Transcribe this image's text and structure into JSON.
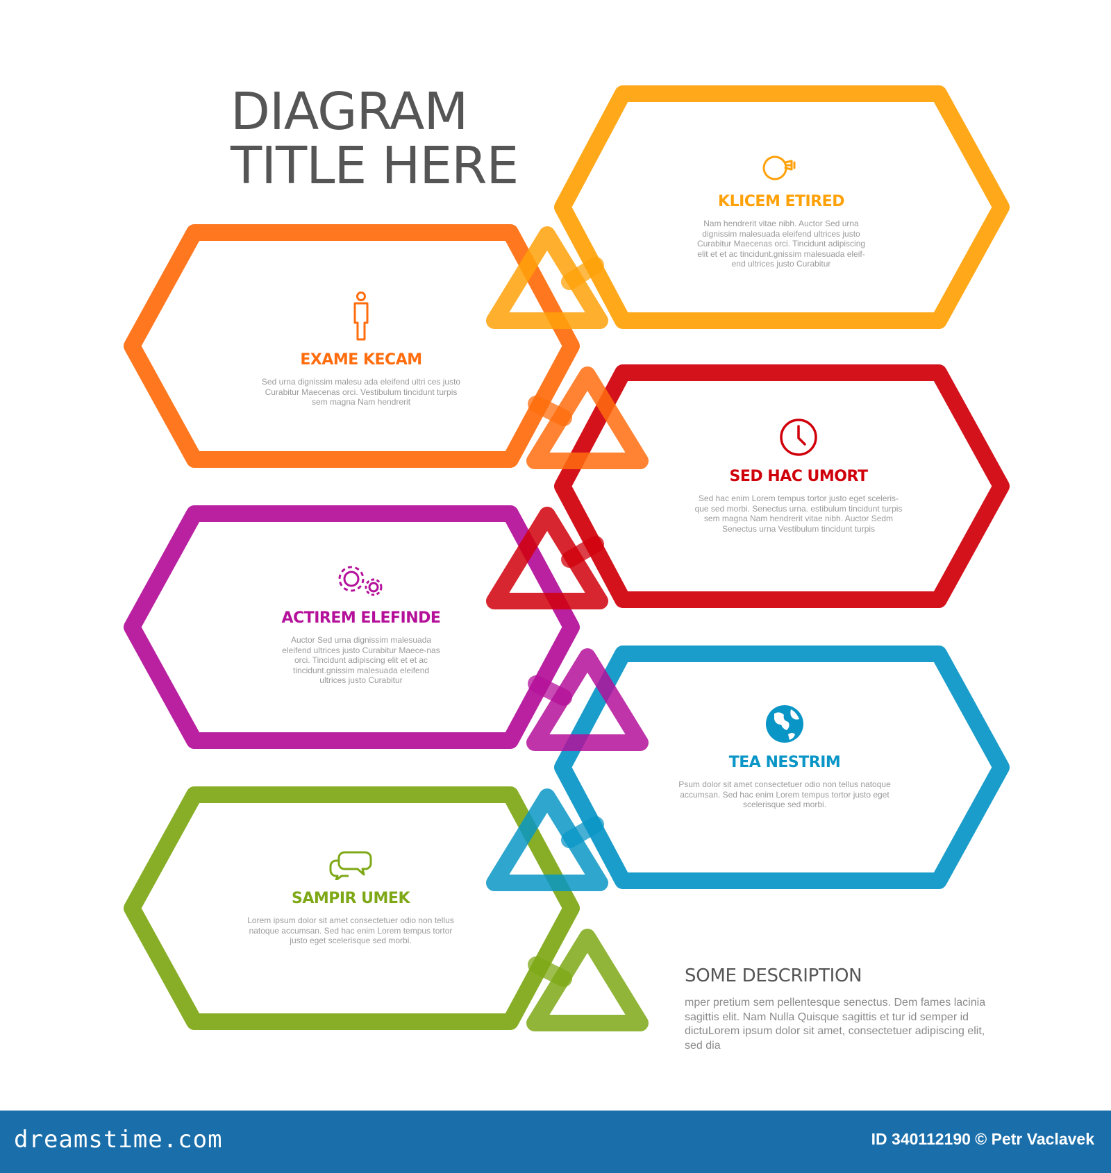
{
  "title": {
    "line1": "DIAGRAM",
    "line2": "TITLE HERE"
  },
  "steps": [
    {
      "heading": "EXAME KECAM",
      "icon": "person-icon",
      "color": "#FF6D0E",
      "body": "Sed urna dignissim malesu ada eleifend ultri ces justo Curabitur Maecenas orci. Vestibulum tincidunt turpis sem magna Nam hendrerit"
    },
    {
      "heading": "KLICEM ETIRED",
      "icon": "lightbulb-icon",
      "color": "#FFA109",
      "body": "Nam hendrerit vitae nibh. Auctor Sed urna dignissim malesuada eleifend ultrices justo Curabitur Maecenas orci. Tincidunt adipiscing elit et et ac tincidunt.gnissim malesuada eleif-end ultrices justo Curabitur"
    },
    {
      "heading": "SED HAC UMORT",
      "icon": "clock-icon",
      "color": "#D0000B",
      "body": "Sed hac enim Lorem tempus tortor justo eget sceleris-que sed morbi. Senectus urna. estibulum tincidunt turpis sem magna Nam hendrerit vitae nibh. Auctor Sedm Senectus urna Vestibulum tincidunt turpis"
    },
    {
      "heading": "ACTIREM ELEFINDE",
      "icon": "gears-icon",
      "color": "#B4109A",
      "body": "Auctor Sed urna dignissim malesuada eleifend ultrices justo Curabitur Maece-nas orci. Tincidunt adipiscing elit et et ac tincidunt.gnissim malesuada eleifend ultrices justo Curabitur"
    },
    {
      "heading": "TEA NESTRIM",
      "icon": "globe-icon",
      "color": "#0996C6",
      "body": "Psum dolor sit amet consectetuer odio non tellus natoque accumsan. Sed hac enim Lorem tempus tortor justo eget scelerisque sed morbi."
    },
    {
      "heading": "SAMPIR UMEK",
      "icon": "chat-bubbles-icon",
      "color": "#7EA816",
      "body": "Lorem ipsum dolor sit amet consectetuer odio non tellus natoque accumsan. Sed hac enim Lorem tempus tortor justo eget scelerisque sed morbi."
    }
  ],
  "description": {
    "heading": "SOME DESCRIPTION",
    "body": "mper pretium sem pellentesque senectus. Dem fames lacinia sagittis elit. Nam Nulla Quisque sagittis et tur id semper id dictuLorem ipsum dolor sit amet, consectetuer adipiscing elit, sed dia"
  },
  "footer": {
    "brand": "dreamstime.com",
    "credit": "ID 340112190 © Petr Vaclavek",
    "color": "#1A6FAB"
  }
}
